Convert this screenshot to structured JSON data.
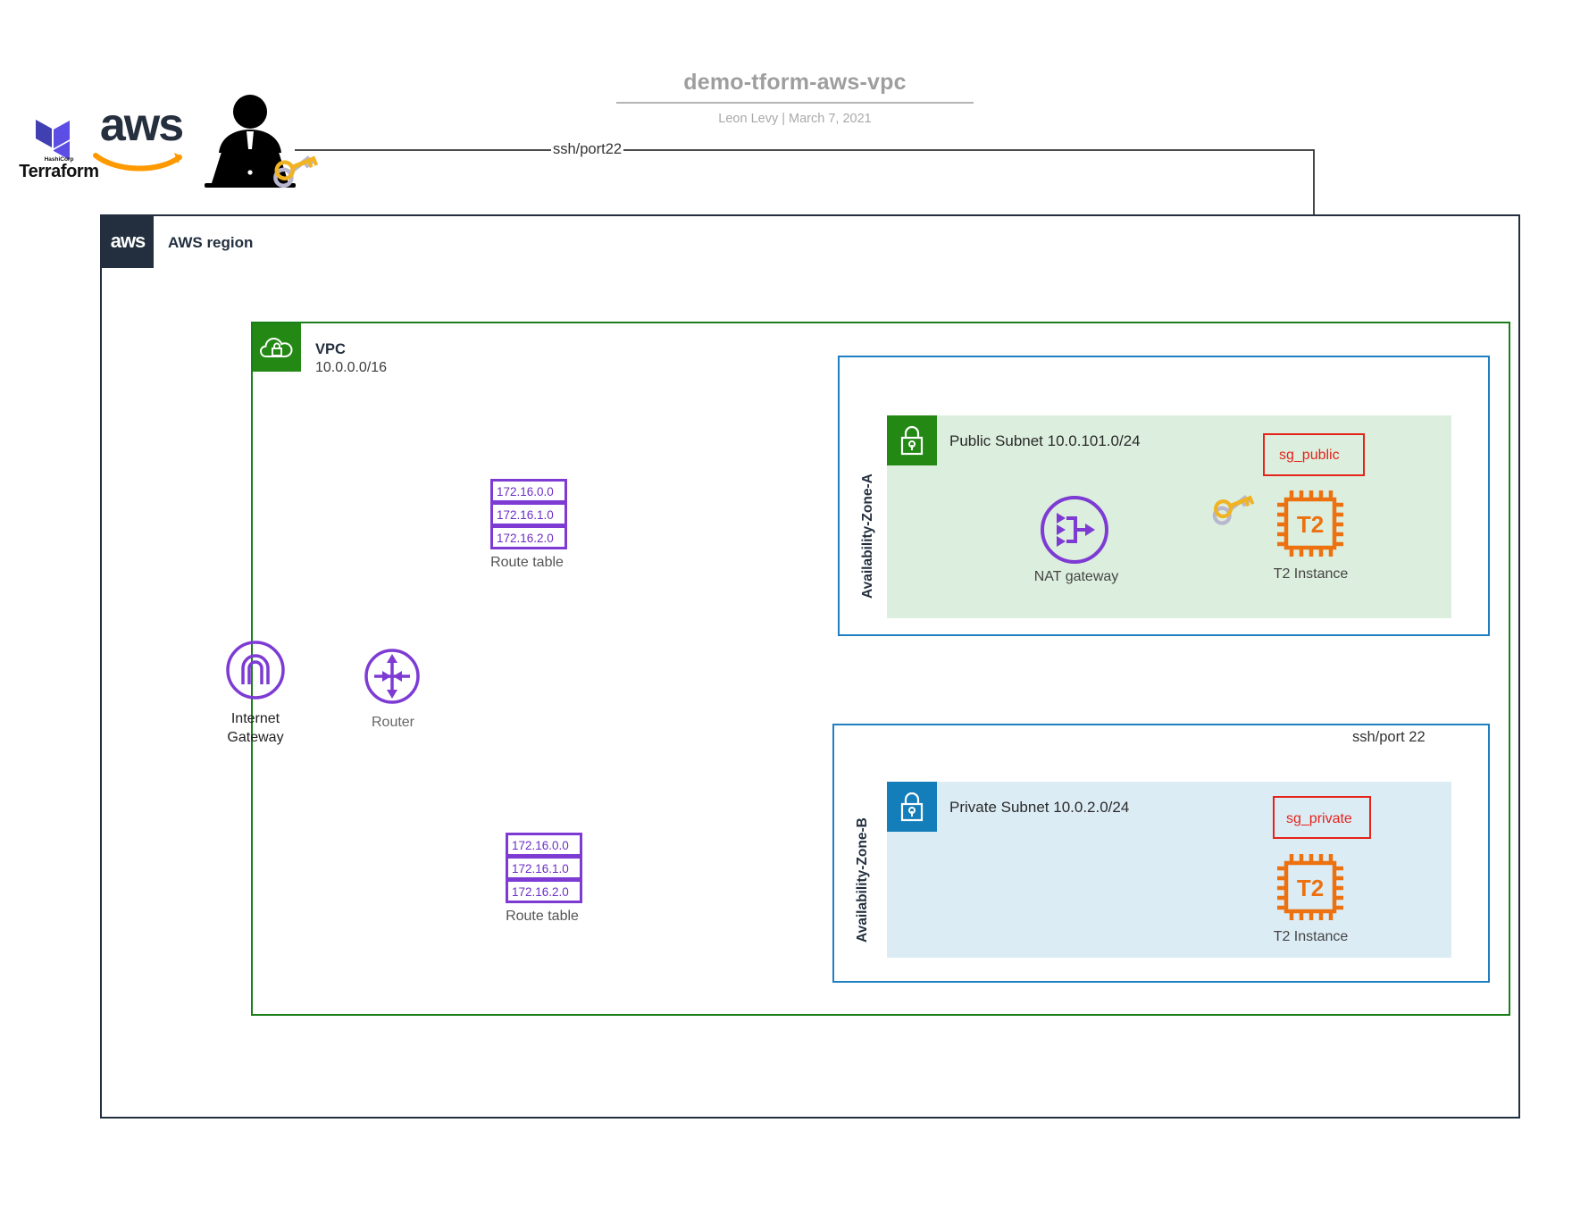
{
  "title": {
    "name": "demo-tform-aws-vpc",
    "byline": "Leon Levy  |  March 7, 2021"
  },
  "logos": {
    "terraform_word": "Terraform",
    "terraform_hashicorp": "HashiCorp",
    "aws_word": "aws",
    "person_icon": "person-at-laptop-icon",
    "key_icon": "keys-icon"
  },
  "region": {
    "badge_word": "aws",
    "label": "AWS region"
  },
  "vpc": {
    "label": "VPC",
    "cidr": "10.0.0.0/16",
    "badge_icon": "cloud-lock-icon"
  },
  "availability_zones": [
    {
      "label": "Availability-Zone-A"
    },
    {
      "label": "Availability-Zone-B"
    }
  ],
  "subnets": {
    "public": {
      "title": "Public Subnet 10.0.101.0/24",
      "badge_icon": "padlock-icon",
      "accent": "#248814",
      "fill": "#dceedd"
    },
    "private": {
      "title": "Private Subnet 10.0.2.0/24",
      "badge_icon": "padlock-icon",
      "accent": "#147eba",
      "fill": "#dcecf5"
    }
  },
  "route_tables": [
    {
      "id": "route-table-public",
      "caption": "Route table",
      "routes": [
        "172.16.0.0",
        "172.16.1.0",
        "172.16.2.0"
      ]
    },
    {
      "id": "route-table-private",
      "caption": "Route table",
      "routes": [
        "172.16.0.0",
        "172.16.1.0",
        "172.16.2.0"
      ]
    }
  ],
  "nodes": {
    "internet_gateway": {
      "caption_line1": "Internet",
      "caption_line2": "Gateway",
      "icon": "internet-gateway-icon"
    },
    "router": {
      "caption": "Router",
      "icon": "router-icon"
    },
    "nat_gateway": {
      "caption": "NAT gateway",
      "icon": "nat-gateway-icon"
    },
    "t2_public": {
      "caption": "T2 Instance",
      "chip_label": "T2",
      "icon": "ec2-instance-icon"
    },
    "t2_private": {
      "caption": "T2 Instance",
      "chip_label": "T2",
      "icon": "ec2-instance-icon"
    }
  },
  "security_groups": {
    "public": {
      "label": "sg_public"
    },
    "private": {
      "label": "sg_private"
    }
  },
  "edges": {
    "ssh_top": "ssh/port22",
    "ssh_bottom": "ssh/port 22"
  },
  "colors": {
    "aws_navy": "#232f3e",
    "aws_orange": "#ec7211",
    "vpc_green": "#1a7f1a",
    "subnet_green": "#248814",
    "subnet_blue": "#147eba",
    "az_blue": "#1f7fc0",
    "purple": "#7d3bd4",
    "sg_red": "#e5231b",
    "terraform_purple": "#5c4ee5"
  }
}
